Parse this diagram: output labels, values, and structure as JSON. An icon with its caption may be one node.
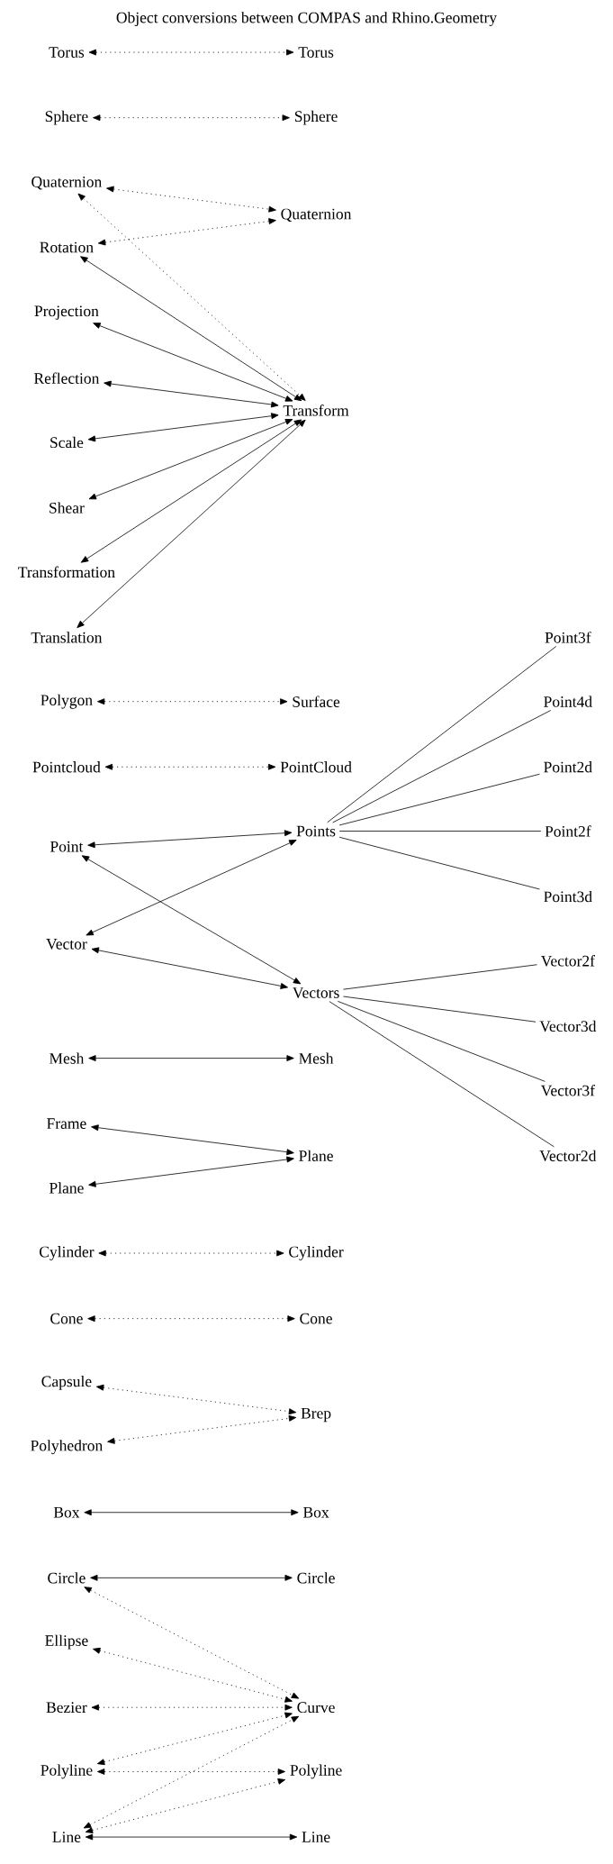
{
  "diagram": {
    "title": "Object conversions between COMPAS and Rhino.Geometry",
    "nodes": [
      {
        "text": [
          "Torus"
        ]
      },
      {
        "text": [
          "Torus"
        ]
      },
      {
        "text": [
          "Sphere"
        ]
      },
      {
        "text": [
          "Sphere"
        ]
      },
      {
        "text": [
          "Quaternion"
        ]
      },
      {
        "text": [
          "Quaternion"
        ]
      },
      {
        "text": [
          "Rotation"
        ]
      },
      {
        "text": [
          "Projection"
        ]
      },
      {
        "text": [
          "Reflection"
        ]
      },
      {
        "text": [
          "Transform"
        ]
      },
      {
        "text": [
          "Scale"
        ]
      },
      {
        "text": [
          "Shear"
        ]
      },
      {
        "text": [
          "Transformation"
        ]
      },
      {
        "text": [
          "Translation"
        ]
      },
      {
        "text": [
          "Point3f"
        ]
      },
      {
        "text": [
          "Polygon"
        ]
      },
      {
        "text": [
          "Surface"
        ]
      },
      {
        "text": [
          "Point4d"
        ]
      },
      {
        "text": [
          "Pointcloud"
        ]
      },
      {
        "text": [
          "PointCloud"
        ]
      },
      {
        "text": [
          "Point2d"
        ]
      },
      {
        "text": [
          "Points"
        ]
      },
      {
        "text": [
          "Point2f"
        ]
      },
      {
        "text": [
          "Point"
        ]
      },
      {
        "text": [
          "Point3d"
        ]
      },
      {
        "text": [
          "Vector"
        ]
      },
      {
        "text": [
          "Vector2f"
        ]
      },
      {
        "text": [
          "Vectors"
        ]
      },
      {
        "text": [
          "Vector3d"
        ]
      },
      {
        "text": [
          "Mesh"
        ]
      },
      {
        "text": [
          "Mesh"
        ]
      },
      {
        "text": [
          "Vector3f"
        ]
      },
      {
        "text": [
          "Frame"
        ]
      },
      {
        "text": [
          "Plane"
        ]
      },
      {
        "text": [
          "Vector2d"
        ]
      },
      {
        "text": [
          "Plane"
        ]
      },
      {
        "text": [
          "Cylinder"
        ]
      },
      {
        "text": [
          "Cylinder"
        ]
      },
      {
        "text": [
          "Cone"
        ]
      },
      {
        "text": [
          "Cone"
        ]
      },
      {
        "text": [
          "Capsule"
        ]
      },
      {
        "text": [
          "Brep"
        ]
      },
      {
        "text": [
          "Polyhedron"
        ]
      },
      {
        "text": [
          "Box"
        ]
      },
      {
        "text": [
          "Box"
        ]
      },
      {
        "text": [
          "Circle"
        ]
      },
      {
        "text": [
          "Circle"
        ]
      },
      {
        "text": [
          "Ellipse"
        ]
      },
      {
        "text": [
          "Bezier"
        ]
      },
      {
        "text": [
          "Curve"
        ]
      },
      {
        "text": [
          "Polyline"
        ]
      },
      {
        "text": [
          "Polyline"
        ]
      },
      {
        "text": [
          "Line"
        ]
      },
      {
        "text": [
          "Line"
        ]
      }
    ],
    "edges": [
      {
        "from": 0,
        "to": 1,
        "arrow": "both",
        "style": "dashed"
      },
      {
        "from": 2,
        "to": 3,
        "arrow": "both",
        "style": "dashed"
      },
      {
        "from": 4,
        "to": 5,
        "arrow": "both",
        "style": "dashed"
      },
      {
        "from": 6,
        "to": 5,
        "arrow": "both",
        "style": "dashed"
      },
      {
        "from": 4,
        "to": 9,
        "arrow": "both",
        "style": "dashed"
      },
      {
        "from": 6,
        "to": 9,
        "arrow": "both"
      },
      {
        "from": 7,
        "to": 9,
        "arrow": "both"
      },
      {
        "from": 8,
        "to": 9,
        "arrow": "both"
      },
      {
        "from": 10,
        "to": 9,
        "arrow": "both"
      },
      {
        "from": 11,
        "to": 9,
        "arrow": "both"
      },
      {
        "from": 12,
        "to": 9,
        "arrow": "both"
      },
      {
        "from": 13,
        "to": 9,
        "arrow": "both"
      },
      {
        "from": 21,
        "to": 14,
        "arrow": "none"
      },
      {
        "from": 21,
        "to": 17,
        "arrow": "none"
      },
      {
        "from": 21,
        "to": 20,
        "arrow": "none"
      },
      {
        "from": 21,
        "to": 22,
        "arrow": "none"
      },
      {
        "from": 21,
        "to": 24,
        "arrow": "none"
      },
      {
        "from": 15,
        "to": 16,
        "arrow": "both",
        "style": "dashed"
      },
      {
        "from": 18,
        "to": 19,
        "arrow": "both",
        "style": "dashed"
      },
      {
        "from": 23,
        "to": 21,
        "arrow": "both"
      },
      {
        "from": 23,
        "to": 27,
        "arrow": "both"
      },
      {
        "from": 25,
        "to": 21,
        "arrow": "both"
      },
      {
        "from": 25,
        "to": 27,
        "arrow": "both"
      },
      {
        "from": 27,
        "to": 26,
        "arrow": "none"
      },
      {
        "from": 27,
        "to": 28,
        "arrow": "none"
      },
      {
        "from": 27,
        "to": 31,
        "arrow": "none"
      },
      {
        "from": 27,
        "to": 34,
        "arrow": "none"
      },
      {
        "from": 29,
        "to": 30,
        "arrow": "both"
      },
      {
        "from": 32,
        "to": 33,
        "arrow": "both"
      },
      {
        "from": 35,
        "to": 33,
        "arrow": "both"
      },
      {
        "from": 36,
        "to": 37,
        "arrow": "both",
        "style": "dashed"
      },
      {
        "from": 38,
        "to": 39,
        "arrow": "both",
        "style": "dashed"
      },
      {
        "from": 40,
        "to": 41,
        "arrow": "both",
        "style": "dashed"
      },
      {
        "from": 42,
        "to": 41,
        "arrow": "both",
        "style": "dashed"
      },
      {
        "from": 43,
        "to": 44,
        "arrow": "both"
      },
      {
        "from": 45,
        "to": 46,
        "arrow": "both"
      },
      {
        "from": 45,
        "to": 49,
        "arrow": "both",
        "style": "dashed"
      },
      {
        "from": 47,
        "to": 49,
        "arrow": "both",
        "style": "dashed"
      },
      {
        "from": 48,
        "to": 49,
        "arrow": "both",
        "style": "dashed"
      },
      {
        "from": 50,
        "to": 49,
        "arrow": "both",
        "style": "dashed"
      },
      {
        "from": 50,
        "to": 51,
        "arrow": "both",
        "style": "dashed"
      },
      {
        "from": 52,
        "to": 49,
        "arrow": "both",
        "style": "dashed"
      },
      {
        "from": 52,
        "to": 51,
        "arrow": "both",
        "style": "dashed"
      },
      {
        "from": 52,
        "to": 53,
        "arrow": "both"
      }
    ]
  }
}
